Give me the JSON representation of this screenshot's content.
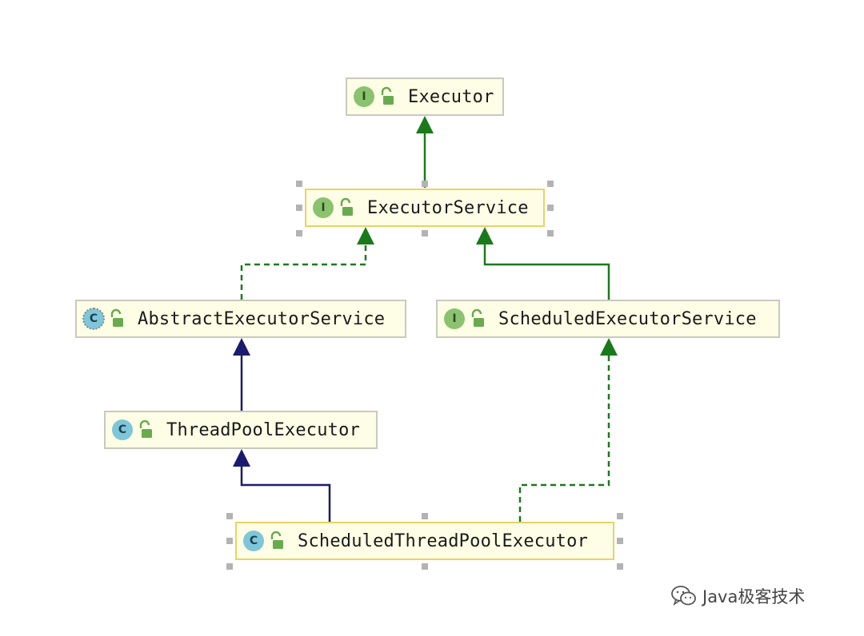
{
  "nodes": [
    {
      "id": "executor",
      "name": "Executor",
      "kind": "interface",
      "badge": "I",
      "icon": "unlocked-icon"
    },
    {
      "id": "executor_service",
      "name": "ExecutorService",
      "kind": "interface",
      "badge": "I",
      "icon": "unlocked-icon",
      "selected": true
    },
    {
      "id": "abstract_executor_service",
      "name": "AbstractExecutorService",
      "kind": "abstract-class",
      "badge": "C",
      "icon": "unlocked-icon"
    },
    {
      "id": "scheduled_executor_service",
      "name": "ScheduledExecutorService",
      "kind": "interface",
      "badge": "I",
      "icon": "unlocked-icon"
    },
    {
      "id": "thread_pool_executor",
      "name": "ThreadPoolExecutor",
      "kind": "class",
      "badge": "C",
      "icon": "unlocked-icon"
    },
    {
      "id": "scheduled_thread_pool_executor",
      "name": "ScheduledThreadPoolExecutor",
      "kind": "class",
      "badge": "C",
      "icon": "unlocked-icon",
      "selected": true
    }
  ],
  "edges": [
    {
      "from": "executor_service",
      "to": "executor",
      "type": "interface-extends",
      "style": "solid",
      "color": "#1a7a1a"
    },
    {
      "from": "abstract_executor_service",
      "to": "executor_service",
      "type": "implements",
      "style": "dashed",
      "color": "#1a7a1a"
    },
    {
      "from": "scheduled_executor_service",
      "to": "executor_service",
      "type": "interface-extends",
      "style": "solid",
      "color": "#1a7a1a"
    },
    {
      "from": "thread_pool_executor",
      "to": "abstract_executor_service",
      "type": "extends",
      "style": "solid",
      "color": "#1a1a6e"
    },
    {
      "from": "scheduled_thread_pool_executor",
      "to": "thread_pool_executor",
      "type": "extends",
      "style": "solid",
      "color": "#1a1a6e"
    },
    {
      "from": "scheduled_thread_pool_executor",
      "to": "scheduled_executor_service",
      "type": "implements",
      "style": "dashed",
      "color": "#1a7a1a"
    }
  ],
  "colors": {
    "node_fill": "#fefee6",
    "node_border": "#c9c9c0",
    "selected_border": "#e8d462",
    "interface_badge": "#8bc26f",
    "class_badge": "#7ec6d9",
    "lock_icon": "#6aaa4f",
    "handle": "#b3b3b3"
  },
  "watermark": {
    "text": "Java极客技术",
    "icon": "wechat-icon"
  }
}
